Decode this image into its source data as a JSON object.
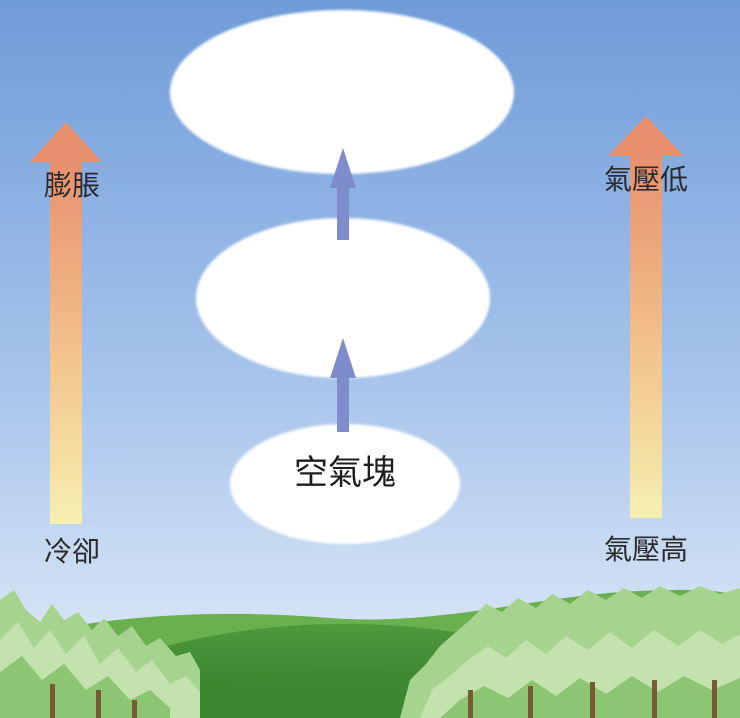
{
  "labels": {
    "expand": "膨脹",
    "cool": "冷卻",
    "low_pressure": "氣壓低",
    "high_pressure": "氣壓高",
    "air_parcel": "空氣塊"
  },
  "colors": {
    "sky_top": "#6f9bd8",
    "sky_bottom": "#e4eef8",
    "cloud": "#ffffff",
    "rise_arrow": "#7f8ccc",
    "gradient_arrow_top": "#e8906e",
    "gradient_arrow_bottom": "#f6f0b0",
    "hill": "#4f9a3c",
    "trees": "#9fd08a"
  }
}
